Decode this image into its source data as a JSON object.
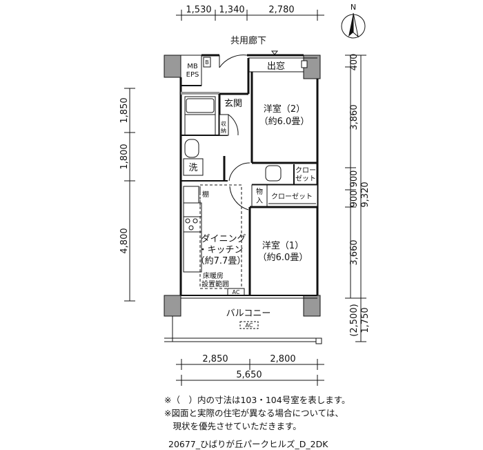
{
  "north": {
    "label": "N"
  },
  "dimensions": {
    "top": [
      "1,530",
      "1,340",
      "2,780"
    ],
    "left": [
      "1,850",
      "1,800",
      "4,800"
    ],
    "right_inner": [
      "400",
      "3,860",
      "900",
      "900",
      "3,660"
    ],
    "right_total": "9,320",
    "right_balcony": "(2,500)",
    "right_balcony2": "1,750",
    "bottom_parts": [
      "2,850",
      "2,800"
    ],
    "bottom_total": "5,650"
  },
  "labels": {
    "corridor": "共用廊下",
    "dechado": "出窓",
    "genkan": "玄関",
    "mb_eps_1": "MB",
    "mb_eps_2": "EPS",
    "b": "B",
    "shuno_1": "収",
    "shuno_2": "納",
    "wash": "洗",
    "tana": "棚",
    "room2_name": "洋室（2）",
    "room2_size": "（約6.0畳）",
    "closet_a_1": "クロー",
    "closet_a_2": "ゼット",
    "monoire_1": "物",
    "monoire_2": "入",
    "closet_b": "クローゼット",
    "dk_1": "ダイニング",
    "dk_2": "・キッチン",
    "dk_size": "（約7.7畳）",
    "floor_heat_1": "床暖房",
    "floor_heat_2": "設置範囲",
    "ac_room": "AC",
    "room1_name": "洋室（1）",
    "room1_size": "（約6.0畳）",
    "balcony": "バルコニー",
    "ac_balcony": "AC"
  },
  "notes": [
    "※（　）内の寸法は103・104号室を表します。",
    "※図面と実際の住宅が異なる場合については、",
    "　現状を優先させていただきます。"
  ],
  "footer": "20677_ひばりが丘パークヒルズ_D_2DK"
}
